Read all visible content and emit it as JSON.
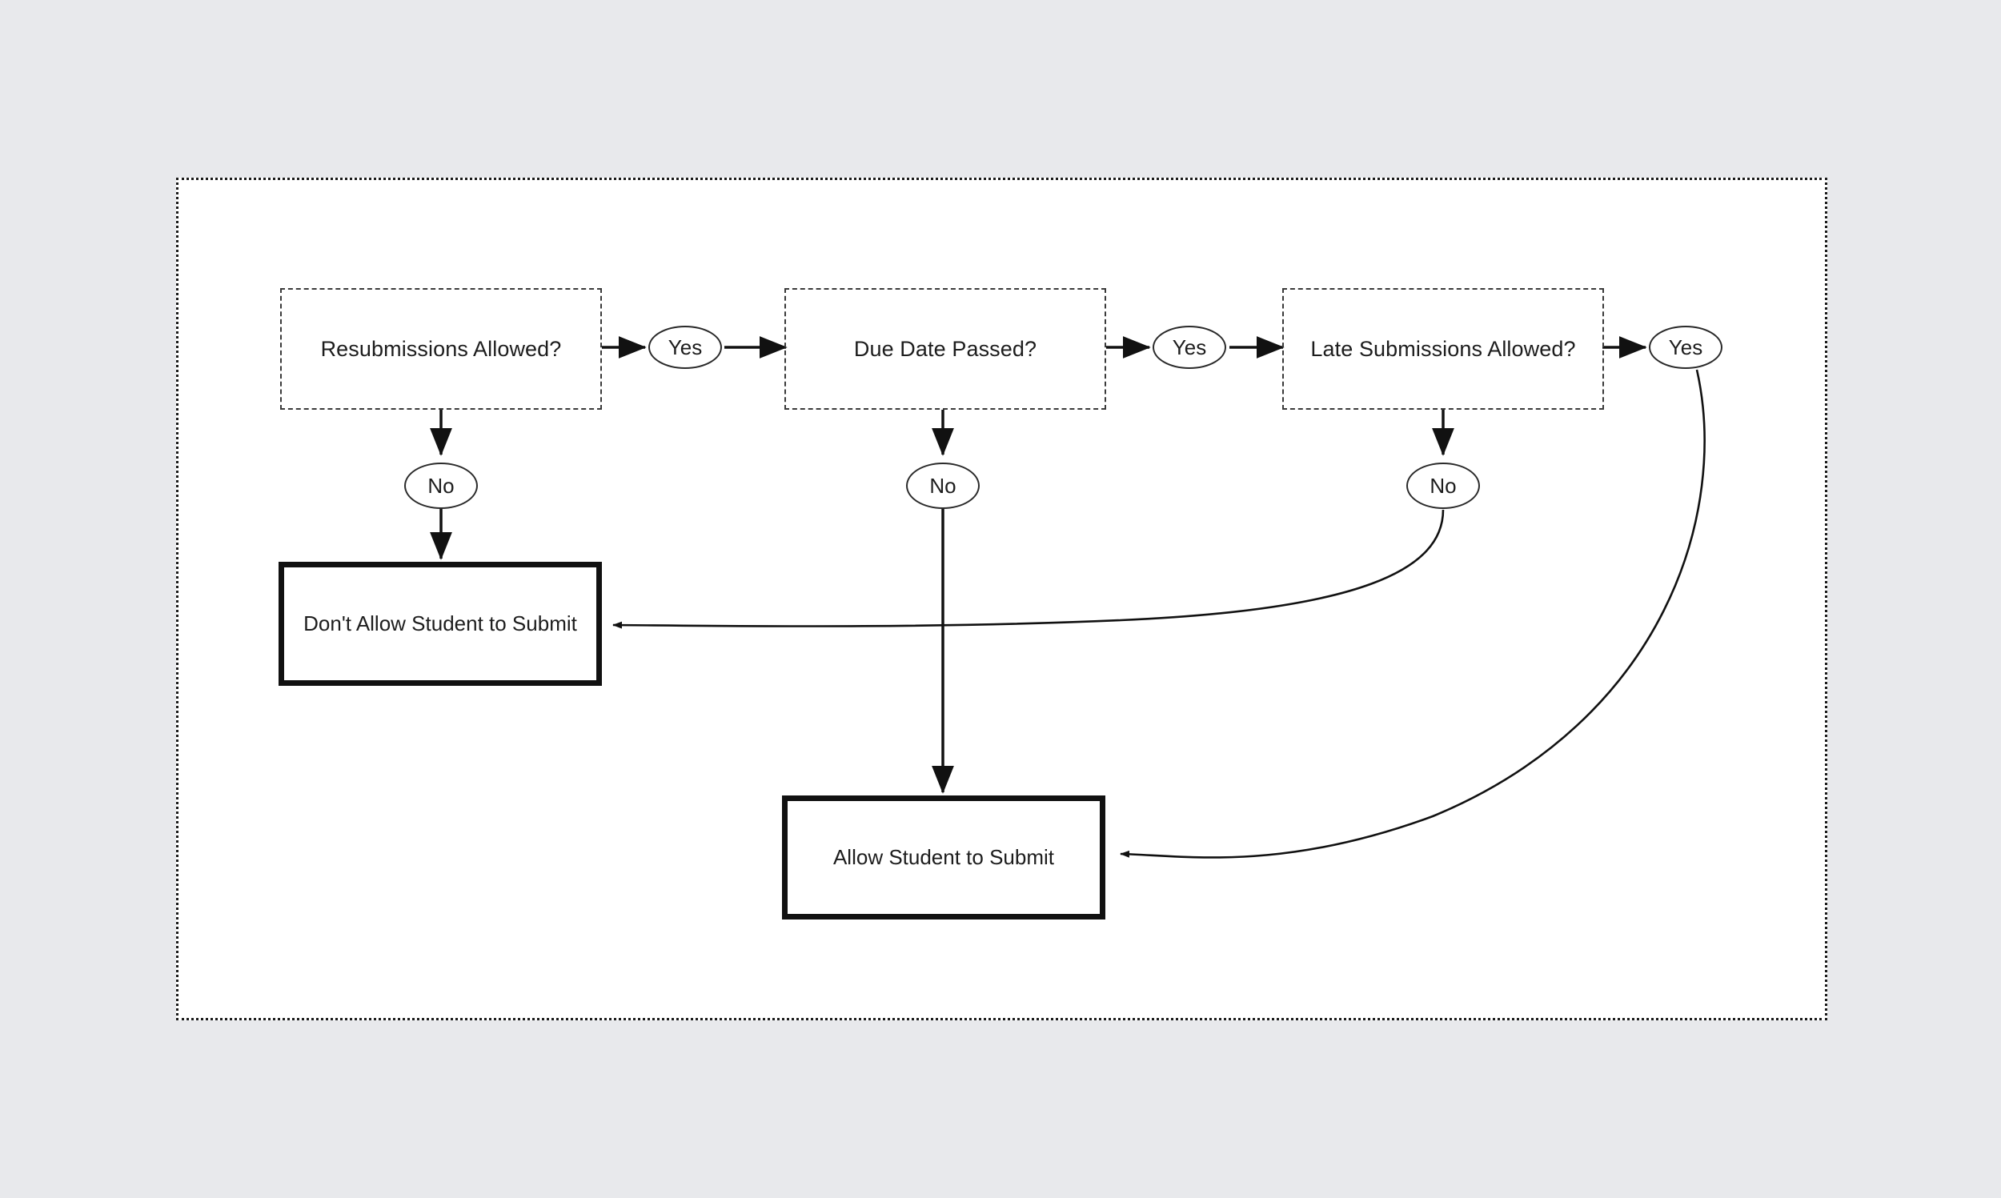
{
  "page": {
    "background_color": "#e8e9ec",
    "canvas_color": "#ffffff",
    "stroke_color": "#111111"
  },
  "container": {
    "name": "flowchart-container",
    "border_style": "dotted"
  },
  "decisions": [
    {
      "id": "resubmissions",
      "label": "Resubmissions Allowed?"
    },
    {
      "id": "due-date",
      "label": "Due Date Passed?"
    },
    {
      "id": "late-submissions",
      "label": "Late Submissions Allowed?"
    }
  ],
  "branches": [
    {
      "id": "yes-1",
      "label": "Yes"
    },
    {
      "id": "yes-2",
      "label": "Yes"
    },
    {
      "id": "yes-3",
      "label": "Yes"
    },
    {
      "id": "no-1",
      "label": "No"
    },
    {
      "id": "no-2",
      "label": "No"
    },
    {
      "id": "no-3",
      "label": "No"
    }
  ],
  "terminals": [
    {
      "id": "deny",
      "label": "Don't Allow Student to Submit"
    },
    {
      "id": "allow",
      "label": "Allow Student to Submit"
    }
  ],
  "edges": [
    {
      "from": "resubmissions",
      "to": "yes-1",
      "kind": "straight"
    },
    {
      "from": "yes-1",
      "to": "due-date",
      "kind": "straight"
    },
    {
      "from": "resubmissions",
      "to": "no-1",
      "kind": "straight"
    },
    {
      "from": "no-1",
      "to": "deny",
      "kind": "straight"
    },
    {
      "from": "due-date",
      "to": "yes-2",
      "kind": "straight"
    },
    {
      "from": "yes-2",
      "to": "late-submissions",
      "kind": "straight"
    },
    {
      "from": "due-date",
      "to": "no-2",
      "kind": "straight"
    },
    {
      "from": "no-2",
      "to": "allow",
      "kind": "straight"
    },
    {
      "from": "late-submissions",
      "to": "yes-3",
      "kind": "straight"
    },
    {
      "from": "yes-3",
      "to": "allow",
      "kind": "curve"
    },
    {
      "from": "late-submissions",
      "to": "no-3",
      "kind": "straight"
    },
    {
      "from": "no-3",
      "to": "deny",
      "kind": "curve"
    }
  ]
}
